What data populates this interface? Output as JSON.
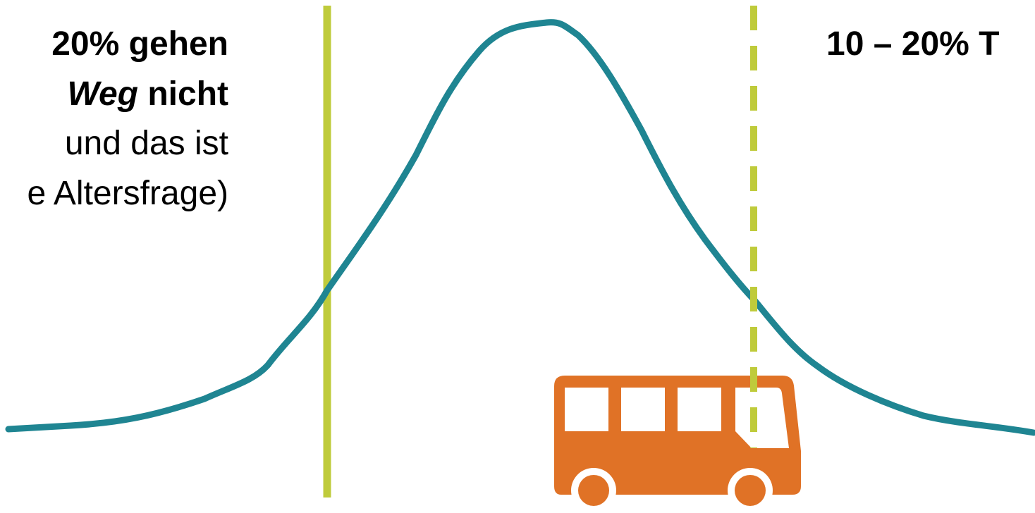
{
  "left_annotation": {
    "line1": "20% gehen",
    "line2_italic": "Weg",
    "line2_rest": " nicht",
    "line3": "und das ist",
    "line4": "e Altersfrage)"
  },
  "right_annotation": {
    "line1": "10 – 20% T"
  },
  "colors": {
    "curve": "#1f8592",
    "threshold_line": "#bfcb3b",
    "bus": "#e07226"
  },
  "icons": {
    "bus": "bus-icon"
  }
}
